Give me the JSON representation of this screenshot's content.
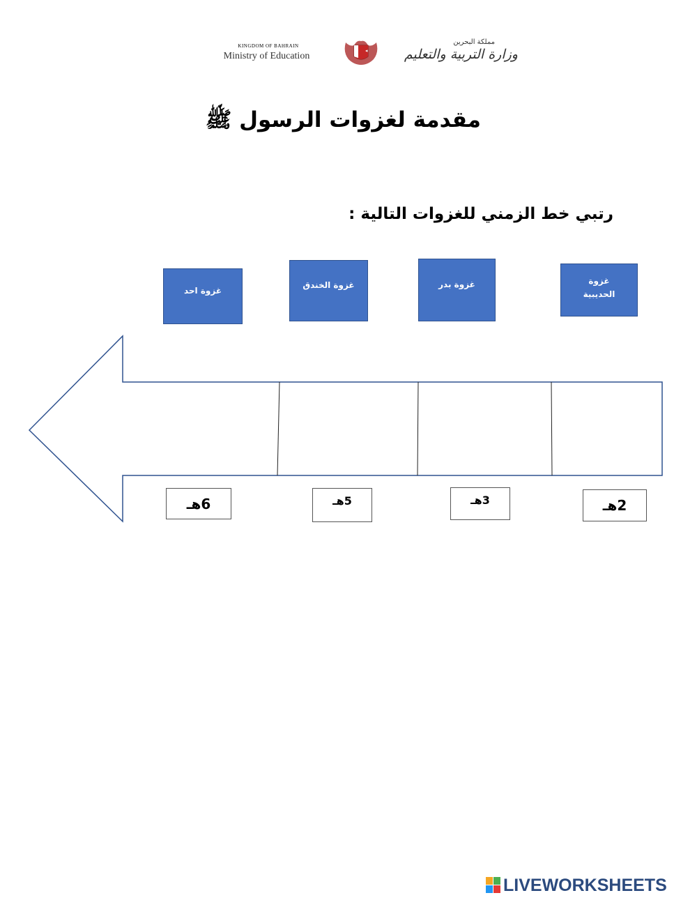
{
  "header": {
    "logo_en_small": "KINGDOM OF BAHRAIN",
    "logo_en_main": "Ministry of Education",
    "logo_ar_small": "مملكة البحرين",
    "logo_ar_main": "وزارة التربية والتعليم"
  },
  "title": "مقدمة لغزوات الرسول ﷺ",
  "instruction": "رتبي خط الزمني للغزوات التالية :",
  "cards": [
    {
      "label": "غزوة احد"
    },
    {
      "label": "غزوة الخندق"
    },
    {
      "label": "غزوة بدر"
    },
    {
      "label": "غزوة الحديبية"
    }
  ],
  "years": [
    {
      "label": "6هـ"
    },
    {
      "label": "5هـ"
    },
    {
      "label": "3هـ"
    },
    {
      "label": "2هـ"
    }
  ],
  "footer": {
    "brand": "LIVEWORKSHEETS"
  },
  "colors": {
    "card_fill": "#4472c4",
    "arrow_stroke": "#2f528f",
    "brand": "#2b4a7e"
  }
}
